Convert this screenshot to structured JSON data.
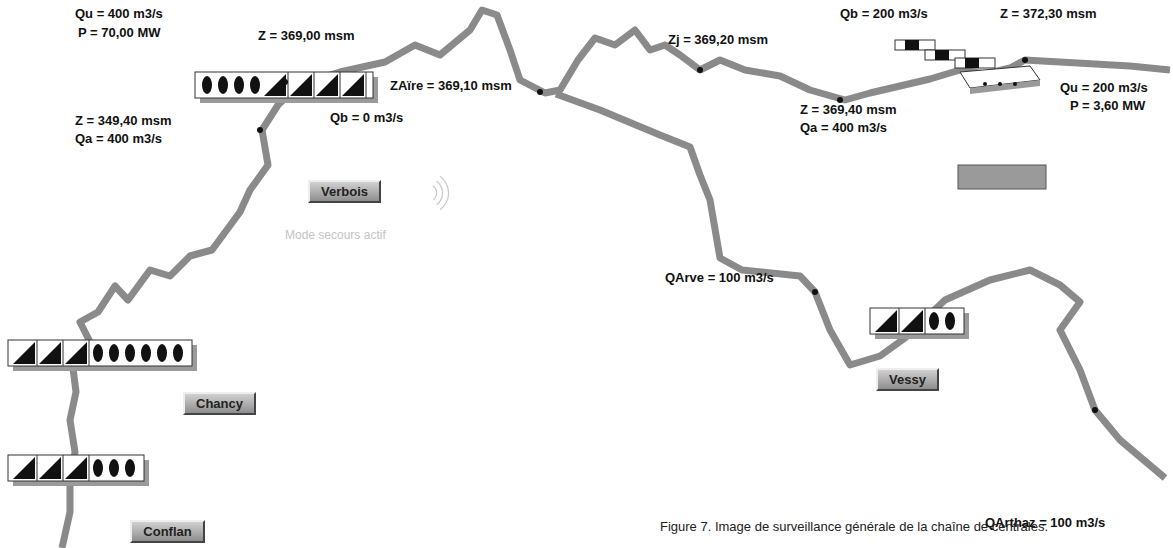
{
  "diagram": {
    "caption": "Figure 7. Image de surveillance générale de la chaîne de centrales.",
    "nodes": [
      {
        "text": [
          "Verbois"
        ]
      },
      {
        "text": [
          "Chancy"
        ]
      },
      {
        "text": [
          "Conflan"
        ]
      },
      {
        "text": [
          "Vessy"
        ]
      }
    ],
    "labels": [
      "Qu = 400 m3/s",
      "P = 70,00 MW",
      "Z = 369,00 msm",
      "Z = 349,40 msm",
      "Qa = 400 m3/s",
      "Qb = 0 m3/s",
      "Mode secours actif",
      "ZAïre = 369,10 msm",
      "Zj = 369,20 msm",
      "Qb = 200 m3/s",
      "Z = 372,30 msm",
      "Z = 369,40 msm",
      "Qa = 400 m3/s",
      "Qu = 200 m3/s",
      "P = 3,60 MW",
      "QArve = 100 m3/s",
      "QArthaz = 100 m3/s"
    ]
  }
}
